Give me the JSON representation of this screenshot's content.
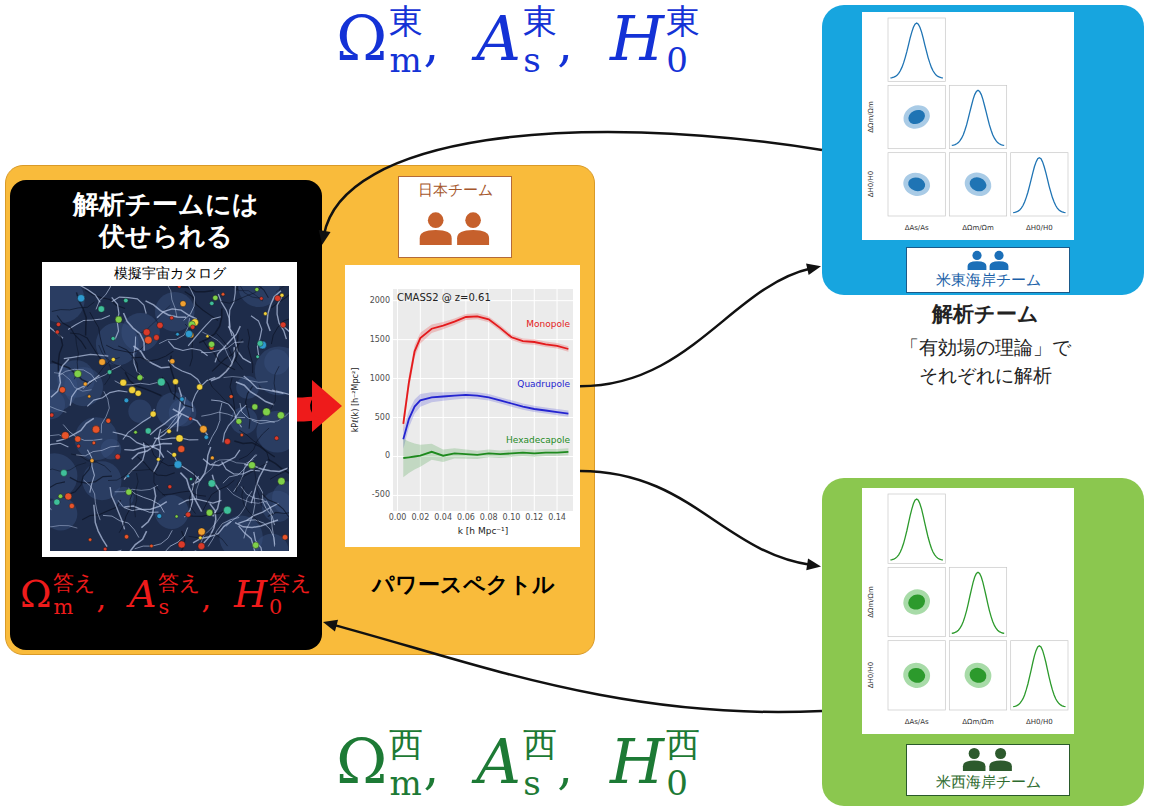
{
  "diagram": {
    "nodes": [
      {
        "text": [
          "パワースペクトル"
        ]
      },
      {
        "text": [
          "解析チームには 伏せられる",
          "Ω",
          "m",
          "答え",
          ",",
          "A",
          "s",
          "答え",
          ",",
          "H",
          "0",
          "答え"
        ],
        "in": 0
      },
      {
        "text": [
          "模擬宇宙カタログ"
        ],
        "in": 1
      },
      {
        "text": [
          "日本チーム"
        ],
        "in": 0
      },
      {
        "text": [
          "CMASS2 @ z=0.61",
          "Monopole",
          "Quadrupole",
          "Hexadecapole",
          "2000",
          "1500",
          "1000",
          "500",
          "0",
          "-500",
          "0.00",
          "0.02",
          "0.04",
          "0.06",
          "0.08",
          "0.10",
          "0.12",
          "0.14",
          "k [h Mpc⁻¹]",
          "kPℓ(k) [h⁻²Mpc²]"
        ],
        "in": 0
      },
      {
        "text": []
      },
      {
        "text": [
          "ΔΩm/Ωm",
          "ΔH0/H0",
          "ΔAs/As",
          "ΔΩm/Ωm",
          "ΔH0/H0"
        ],
        "in": 5
      },
      {
        "text": [
          "米東海岸チーム"
        ],
        "in": 5
      },
      {
        "text": []
      },
      {
        "text": [
          "ΔΩm/Ωm",
          "ΔH0/H0",
          "ΔAs/As",
          "ΔΩm/Ωm",
          "ΔH0/H0"
        ],
        "in": 8
      },
      {
        "text": [
          "米西海岸チーム"
        ],
        "in": 8
      }
    ],
    "edges": [
      {
        "from": 2,
        "to": 4,
        "arrow": "to"
      },
      {
        "from": 4,
        "to": 5,
        "arrow": "to"
      },
      {
        "from": 4,
        "to": 8,
        "arrow": "to"
      },
      {
        "from": 5,
        "to": 1,
        "arrow": "to"
      },
      {
        "from": 8,
        "to": 1,
        "arrow": "to"
      }
    ],
    "labels": [
      "Ω",
      "m",
      "東",
      ",",
      "A",
      "s",
      "東",
      ",",
      "H",
      "0",
      "東",
      "解析チーム",
      "「有効場の理論」で それぞれに解析",
      "Ω",
      "m",
      "西",
      ",",
      "A",
      "s",
      "西",
      ",",
      "H",
      "0",
      "西"
    ]
  }
}
